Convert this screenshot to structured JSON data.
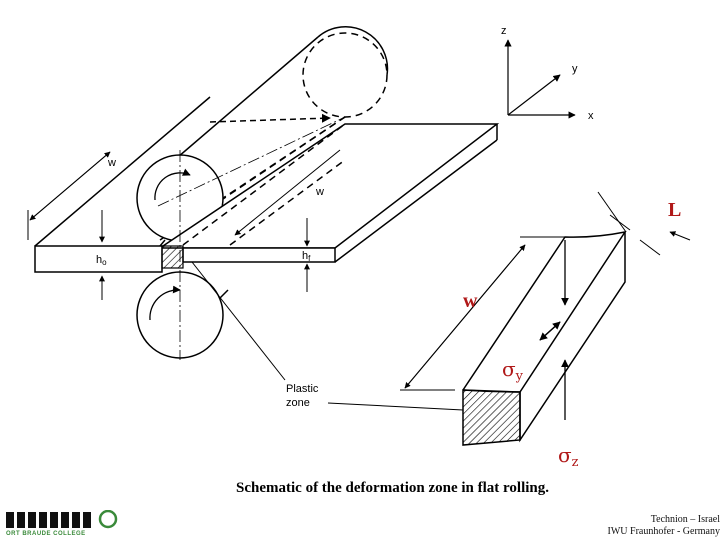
{
  "axes": {
    "z": "z",
    "y": "y",
    "x": "x"
  },
  "left_figure": {
    "width_top": "w",
    "width_front": "w",
    "entry_thickness": "h",
    "entry_sub": "o",
    "exit_thickness": "h",
    "exit_sub": "f",
    "plastic_zone": [
      "Plastic",
      "zone"
    ]
  },
  "right_figure": {
    "length": "L",
    "width": "w",
    "sigma_y": "σ",
    "sigma_y_sub": "y",
    "sigma_z": "σ",
    "sigma_z_sub": "z"
  },
  "caption": "Schematic of the deformation zone in flat rolling.",
  "footer": [
    "Technion – Israel",
    "IWU Fraunhofer - Germany"
  ],
  "logo": {
    "subtitle": "ORT BRAUDE COLLEGE"
  },
  "colors": {
    "accent_red": "#b01818",
    "logo_green": "#3a8a3a"
  }
}
